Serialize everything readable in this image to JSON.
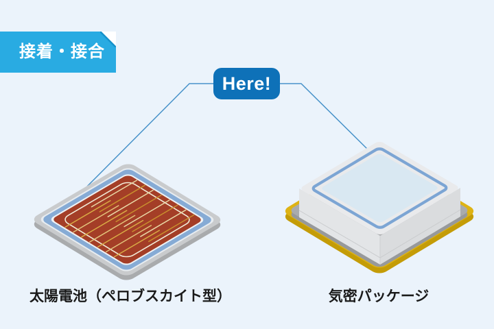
{
  "scene": {
    "background": "#EBF3FB"
  },
  "tag": {
    "label": "接着・接合",
    "bg": "#29ABE2",
    "fold_shadow": "#1691CB"
  },
  "callout": {
    "label": "Here!",
    "bg": "#0E71B8",
    "text_color": "#FFFFFF"
  },
  "connector": {
    "color": "#4792C9"
  },
  "solar_cell": {
    "caption": "太陽電池（ペロブスカイト型）",
    "frame_color": "#C9CBCD",
    "side_color": "#A9ABAD",
    "gap_light_color": "#E7ECF0",
    "seal_ring_color": "#86ABD5",
    "inner_light_color": "#EFF2F4",
    "surface_color": "#A43E27",
    "electrode": {
      "bus_color": "#F2ECD8",
      "finger_count": 15,
      "palette": [
        "#E9D9A6",
        "#D9AC45",
        "#C98F2E",
        "#E2C37B"
      ]
    }
  },
  "package": {
    "caption": "気密パッケージ",
    "lid_color": "#E9EAEC",
    "wall_left_color": "#E3E5E7",
    "wall_right_color": "#DADCDE",
    "seal_ring_color": "#7CA5D4",
    "window_color": "#D9E8F2",
    "base_color": "#A9ABAD",
    "base_side_color": "#97999B",
    "flange_color": "#DEB314",
    "flange_side_color": "#C49C07"
  }
}
